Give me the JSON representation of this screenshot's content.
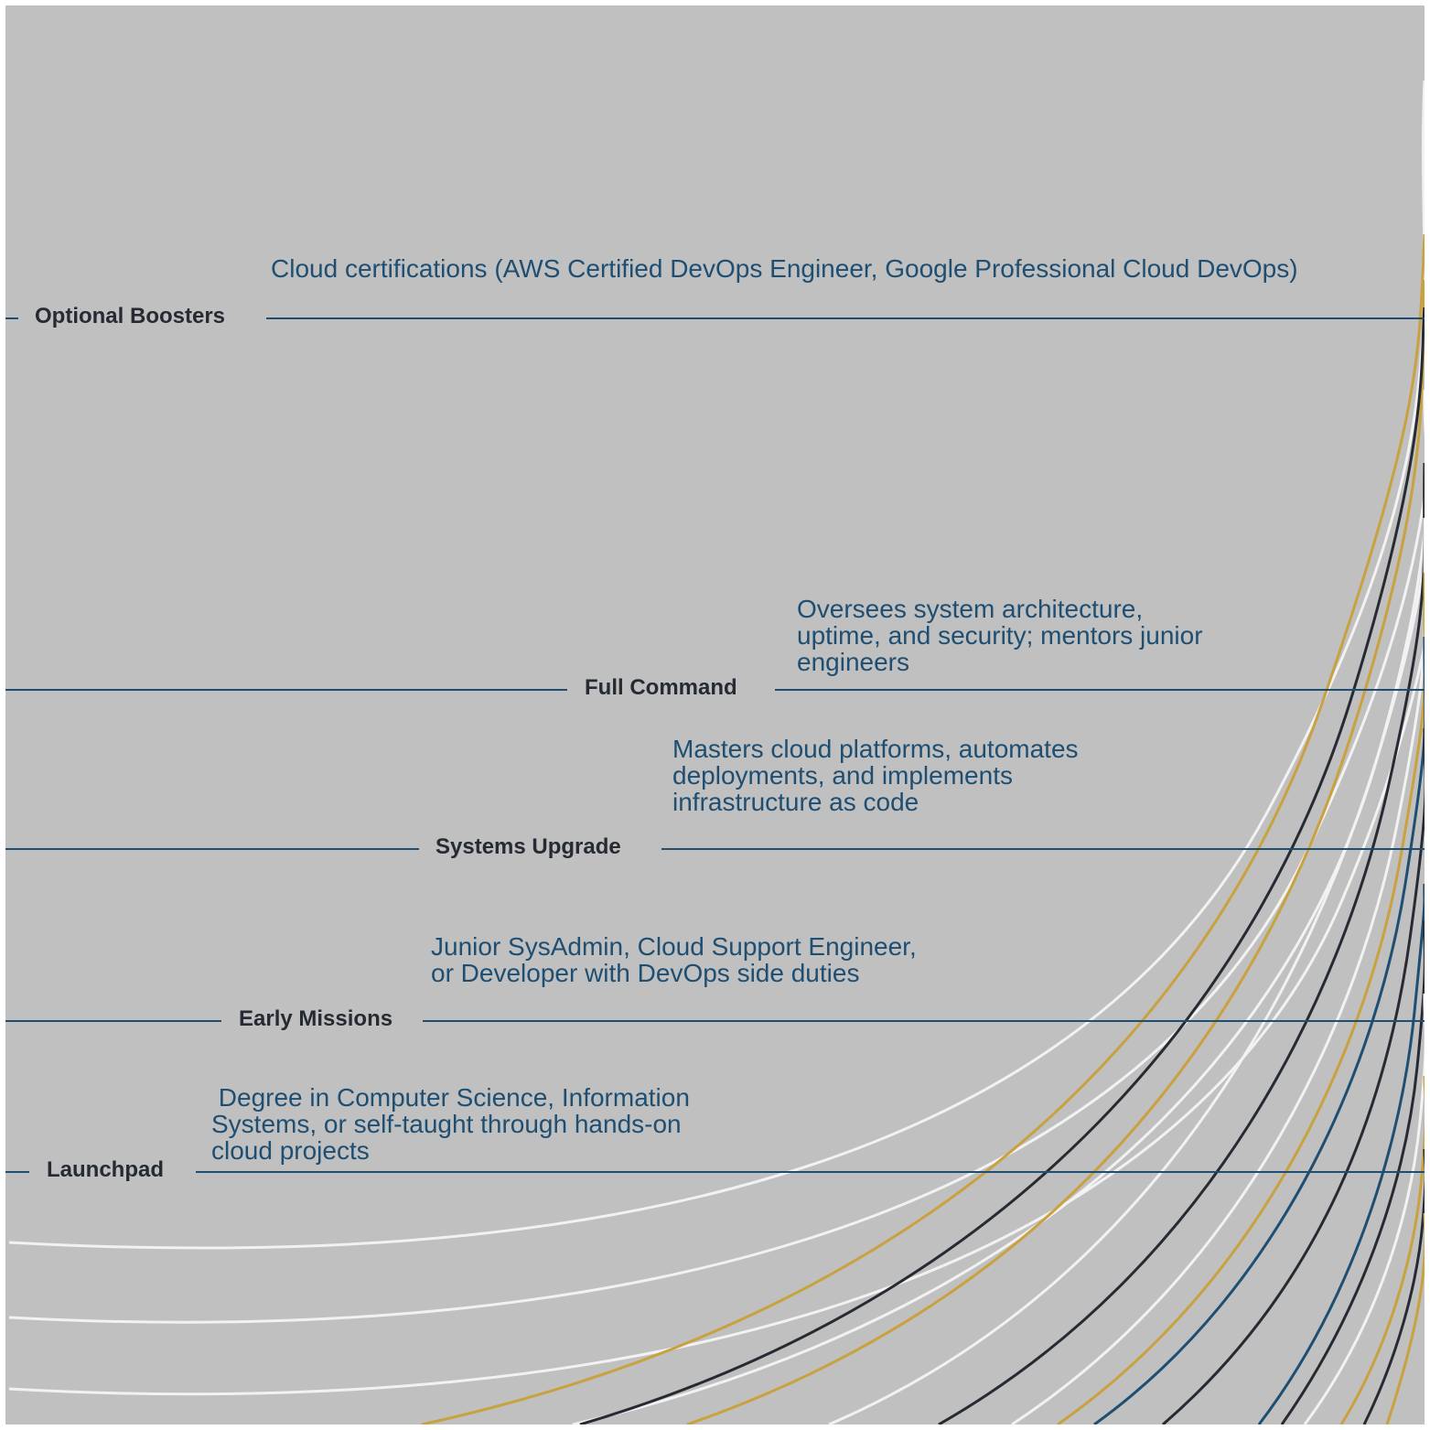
{
  "colors": {
    "background": "#bfc0bf",
    "rule": "#1f4e73",
    "title": "#262a33",
    "description": "#1f4e73",
    "curve_white": "#f2f2f2",
    "curve_gold": "#c9a13e",
    "curve_navy": "#262a33",
    "curve_blue": "#1f4e73"
  },
  "milestones": [
    {
      "title": "Optional Boosters",
      "description": "Cloud certifications (AWS Certified DevOps Engineer, Google Professional Cloud DevOps)"
    },
    {
      "title": "Full Command",
      "description": "Oversees system architecture, uptime, and security; mentors junior engineers"
    },
    {
      "title": "Systems Upgrade",
      "description": "Masters cloud platforms, automates deployments, and implements infrastructure as code"
    },
    {
      "title": "Early Missions",
      "description": "Junior SysAdmin, Cloud Support Engineer, or Developer with DevOps side duties"
    },
    {
      "title": "Launchpad",
      "description": " Degree in Computer Science, Information Systems, or self-taught through hands-on cloud projects"
    }
  ]
}
